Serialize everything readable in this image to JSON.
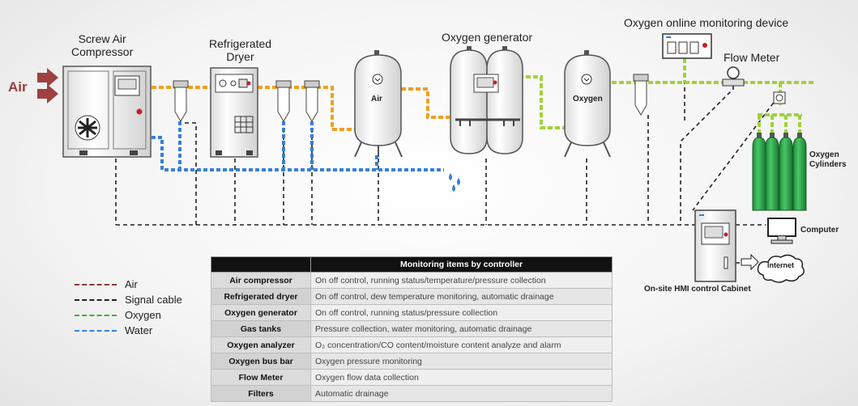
{
  "labels": {
    "air_in": "Air",
    "screw_compressor": "Screw Air\nCompressor",
    "refrigerated_dryer": "Refrigerated\nDryer",
    "oxygen_generator": "Oxygen generator",
    "monitoring_device": "Oxygen online monitoring device",
    "flow_meter": "Flow Meter",
    "air_tank": "Air",
    "oxygen_tank": "Oxygen",
    "oxygen_cylinders": "Oxygen\nCylinders",
    "computer": "Computer",
    "internet": "Internet",
    "hmi_cabinet": "On-site HMI control Cabinet"
  },
  "legend": [
    {
      "label": "Air",
      "color": "#8b3a2a"
    },
    {
      "label": "Signal cable",
      "color": "#222222"
    },
    {
      "label": "Oxygen",
      "color": "#2eb82e"
    },
    {
      "label": "Water",
      "color": "#3a7fd0"
    }
  ],
  "colors": {
    "air_pipe": "#f0a020",
    "oxygen_pipe": "#9fd23a",
    "water_pipe": "#3a7fd0",
    "cylinder": "#2aa84a",
    "air_arrow": "#a04040"
  },
  "table": {
    "header": "Monitoring items by controller",
    "rows": [
      {
        "item": "Air compressor",
        "desc": "On off control, running status/temperature/pressure collection"
      },
      {
        "item": "Refrigerated dryer",
        "desc": "On off control, dew temperature monitoring, automatic drainage"
      },
      {
        "item": "Oxygen generator",
        "desc": "On off control, running status/pressure collection"
      },
      {
        "item": "Gas tanks",
        "desc": "Pressure collection, water  monitoring, automatic drainage"
      },
      {
        "item": "Oxygen analyzer",
        "desc": "O₂ concentration/CO content/moisture content analyze and alarm"
      },
      {
        "item": "Oxygen bus bar",
        "desc": "Oxygen pressure monitoring"
      },
      {
        "item": "Flow  Meter",
        "desc": "Oxygen flow data collection"
      },
      {
        "item": "Filters",
        "desc": "Automatic drainage"
      }
    ]
  }
}
